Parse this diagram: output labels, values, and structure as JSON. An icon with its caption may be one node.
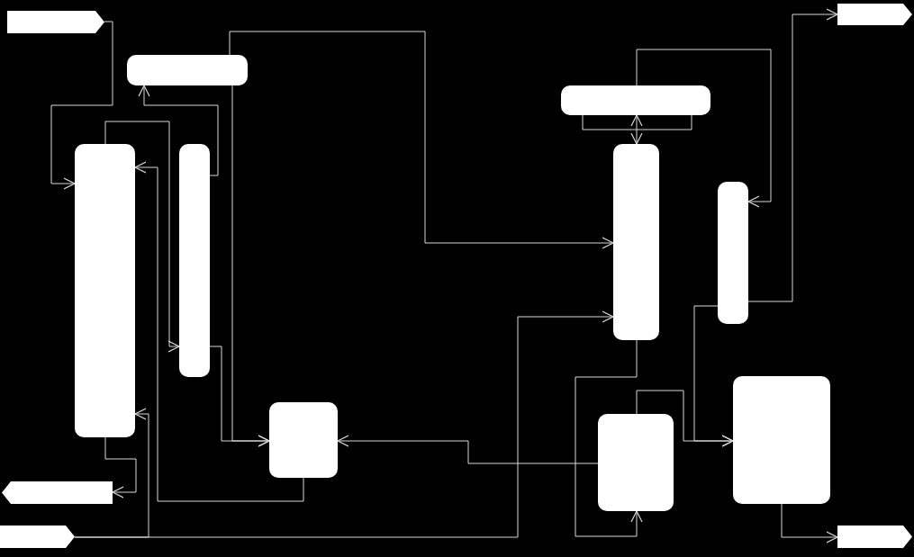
{
  "diagram": {
    "nodes": [
      {
        "text": [],
        "shape": "tag"
      },
      {
        "text": [],
        "shape": "box"
      },
      {
        "text": [],
        "shape": "box"
      },
      {
        "text": [],
        "shape": "box"
      },
      {
        "text": [],
        "shape": "box"
      },
      {
        "text": [],
        "shape": "tag"
      },
      {
        "text": [],
        "shape": "tag"
      },
      {
        "text": [],
        "shape": "tag"
      },
      {
        "text": [],
        "shape": "box"
      },
      {
        "text": [],
        "shape": "box"
      },
      {
        "text": [],
        "shape": "box"
      },
      {
        "text": [],
        "shape": "box"
      },
      {
        "text": [],
        "shape": "box"
      },
      {
        "text": [],
        "shape": "tag"
      }
    ],
    "edges": [
      {
        "from": 0,
        "to": 2,
        "arrow": "to"
      },
      {
        "from": 3,
        "to": 1,
        "arrow": "to"
      },
      {
        "from": 2,
        "to": 3,
        "arrow": "to"
      },
      {
        "from": 4,
        "to": 2,
        "arrow": "to"
      },
      {
        "from": 3,
        "to": 4,
        "arrow": "to"
      },
      {
        "from": 1,
        "to": 4,
        "arrow": "to"
      },
      {
        "from": 1,
        "to": 9,
        "arrow": "to"
      },
      {
        "from": 2,
        "to": 5,
        "arrow": "to"
      },
      {
        "from": 6,
        "to": 9,
        "arrow": "to"
      },
      {
        "from": 6,
        "to": 2,
        "arrow": "to"
      },
      {
        "from": 8,
        "to": 10,
        "arrow": "to"
      },
      {
        "from": 8,
        "to": 9,
        "arrow": "both"
      },
      {
        "from": 8,
        "to": 8,
        "arrow": "none"
      },
      {
        "from": 10,
        "to": 7,
        "arrow": "to"
      },
      {
        "from": 10,
        "to": 12,
        "arrow": "to"
      },
      {
        "from": 11,
        "to": 12,
        "arrow": "to"
      },
      {
        "from": 9,
        "to": 11,
        "arrow": "to"
      },
      {
        "from": 11,
        "to": 4,
        "arrow": "to"
      },
      {
        "from": 12,
        "to": 13,
        "arrow": "to"
      }
    ]
  }
}
